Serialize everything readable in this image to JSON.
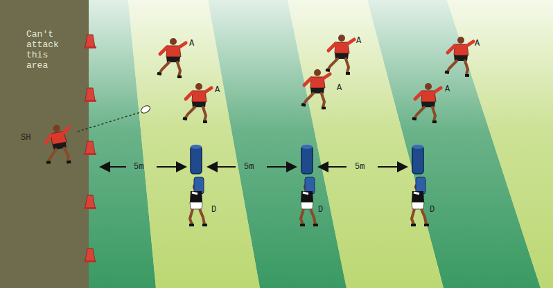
{
  "diagram": {
    "nodes": [
      {
        "text": [
          "Can't attack this area"
        ]
      }
    ],
    "labels": [
      "SH",
      "A",
      "A",
      "A",
      "A",
      "A",
      "A",
      "5m",
      "5m",
      "5m",
      "D",
      "D",
      "D"
    ]
  }
}
